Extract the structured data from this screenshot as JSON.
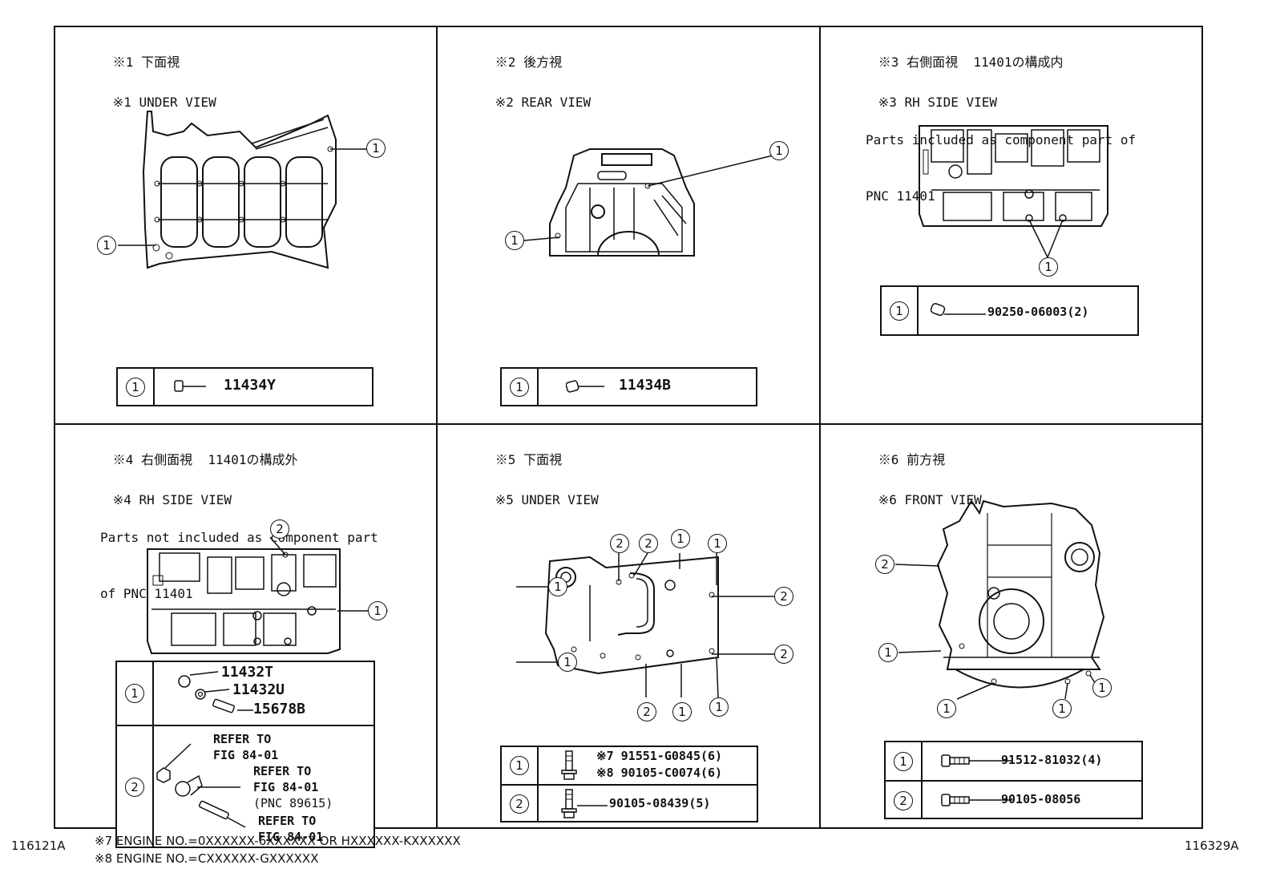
{
  "panels": [
    {
      "jp": "※1 下面視",
      "en": "※1 UNDER VIEW",
      "table": [
        {
          "key": "1",
          "parts": [
            "11434Y"
          ]
        }
      ]
    },
    {
      "jp": "※2 後方視",
      "en": "※2 REAR VIEW",
      "table": [
        {
          "key": "1",
          "parts": [
            "11434B"
          ]
        }
      ]
    },
    {
      "jp": "※3 右側面視  11401の構成内",
      "en": "※3 RH SIDE VIEW",
      "note": [
        "Parts included as component part of",
        "PNC 11401"
      ],
      "table": [
        {
          "key": "1",
          "parts": [
            "90250-06003(2)"
          ]
        }
      ]
    },
    {
      "jp": "※4 右側面視  11401の構成外",
      "en": "※4 RH SIDE VIEW",
      "note": [
        "Parts not included as component part",
        "of PNC 11401"
      ],
      "table": [
        {
          "key": "1",
          "parts": [
            "11432T",
            "11432U",
            "15678B"
          ]
        },
        {
          "key": "2",
          "refs": [
            "REFER TO",
            "FIG 84-01",
            "REFER TO",
            "FIG 84-01",
            "(PNC 89615)",
            "REFER TO",
            "FIG 84-01"
          ]
        }
      ]
    },
    {
      "jp": "※5 下面視",
      "en": "※5 UNDER VIEW",
      "table": [
        {
          "key": "1",
          "parts": [
            "※7 91551-G0845(6)",
            "※8 90105-C0074(6)"
          ]
        },
        {
          "key": "2",
          "parts": [
            "90105-08439(5)"
          ]
        }
      ]
    },
    {
      "jp": "※6 前方視",
      "en": "※6 FRONT VIEW",
      "table": [
        {
          "key": "1",
          "parts": [
            "91512-81032(4)"
          ]
        },
        {
          "key": "2",
          "parts": [
            "90105-08056"
          ]
        }
      ]
    }
  ],
  "callout_labels": {
    "one": "1",
    "two": "2"
  },
  "footer": {
    "left_code": "116121A",
    "right_code": "116329A",
    "note7": "※7 ENGINE NO.=0XXXXXX-6XXXXXX OR HXXXXXX-KXXXXXX",
    "note8": "※8 ENGINE NO.=CXXXXXX-GXXXXXX"
  }
}
